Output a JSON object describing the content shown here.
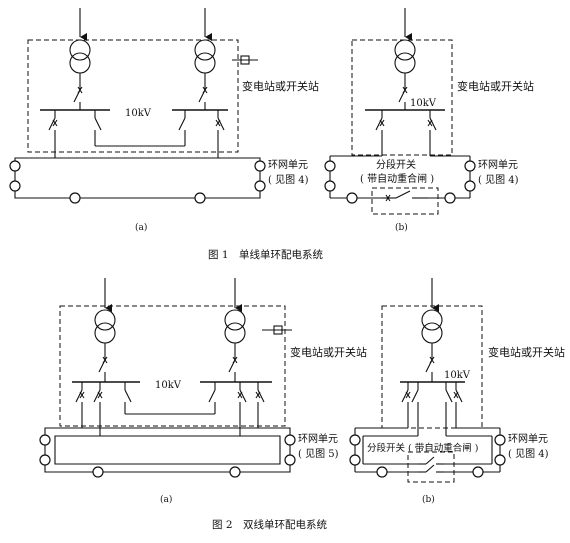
{
  "figure1": {
    "caption": "图 1　单线单环配电系统",
    "a": {
      "panel": "(a)",
      "station": "变电站或开关站",
      "voltage": "10kV",
      "ring": "环网单元",
      "ring_ref": "( 见图 4)"
    },
    "b": {
      "panel": "(b)",
      "station": "变电站或开关站",
      "voltage": "10kV",
      "switch_line1": "分段开关",
      "switch_line2": "( 带自动重合闸 )",
      "ring": "环网单元",
      "ring_ref": "( 见图 4)"
    }
  },
  "figure2": {
    "caption": "图 2　双线单环配电系统",
    "a": {
      "panel": "(a)",
      "station": "变电站或开关站",
      "voltage": "10kV",
      "ring": "环网单元",
      "ring_ref": "( 见图 5)"
    },
    "b": {
      "panel": "(b)",
      "station": "变电站或开关站",
      "voltage": "10kV",
      "switch": "分段开关 ( 带自动重合闸 )",
      "ring": "环网单元",
      "ring_ref": "( 见图 4)"
    }
  }
}
